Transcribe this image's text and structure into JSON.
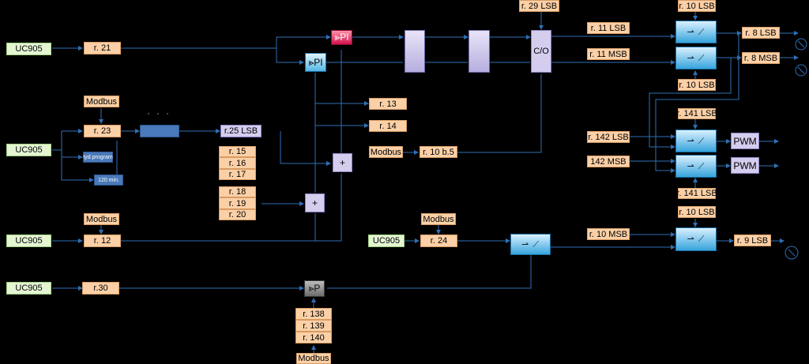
{
  "sources": {
    "uc1": "UC905",
    "uc2": "UC905",
    "uc3": "UC905",
    "uc4": "UC905",
    "uc5": "UC905"
  },
  "modbus": {
    "m1": "Modbus",
    "m2": "Modbus",
    "m3": "Modbus",
    "m4": "Modbus",
    "m5": "Modbus"
  },
  "registers": {
    "r21": "r. 21",
    "r23": "r. 23",
    "r12": "r. 12",
    "r30": "r.30",
    "r25lsb": "r.25 LSB",
    "r15": "r. 15",
    "r16": "r. 16",
    "r17": "r. 17",
    "r18": "r. 18",
    "r19": "r. 19",
    "r20": "r. 20",
    "r13": "r. 13",
    "r14": "r. 14",
    "r10b5": "r. 10 b.5",
    "r29lsb": "r. 29 LSB",
    "r24": "r. 24",
    "r138": "r. 138",
    "r139": "r. 139",
    "r140": "r. 140",
    "r11lsb": "r. 11 LSB",
    "r11msb": "r. 11 MSB",
    "r10lsb_top": "r. 10 LSB",
    "r10lsb_mid": "r. 10 LSB",
    "r10lsb_low": "r. 10 LSB",
    "r8lsb": "r. 8 LSB",
    "r8msb": "r. 8 MSB",
    "r141lsb_a": "r. 141 LSB",
    "r141lsb_b": "r. 141 LSB",
    "r142lsb": "r. 142 LSB",
    "r142msb": "142 MSB",
    "r10msb": "r. 10 MSB",
    "r9lsb": "r. 9 LSB"
  },
  "blocks": {
    "tyd_program": "tyd.program",
    "min120": "120 min.",
    "pi_red": "⪢PI",
    "pi_blue": "⪢PI",
    "p_grey": "⪢P",
    "sum1": "+",
    "sum2": "+",
    "co_label": "C/O",
    "pwm1": "PWM",
    "pwm2": "PWM"
  }
}
